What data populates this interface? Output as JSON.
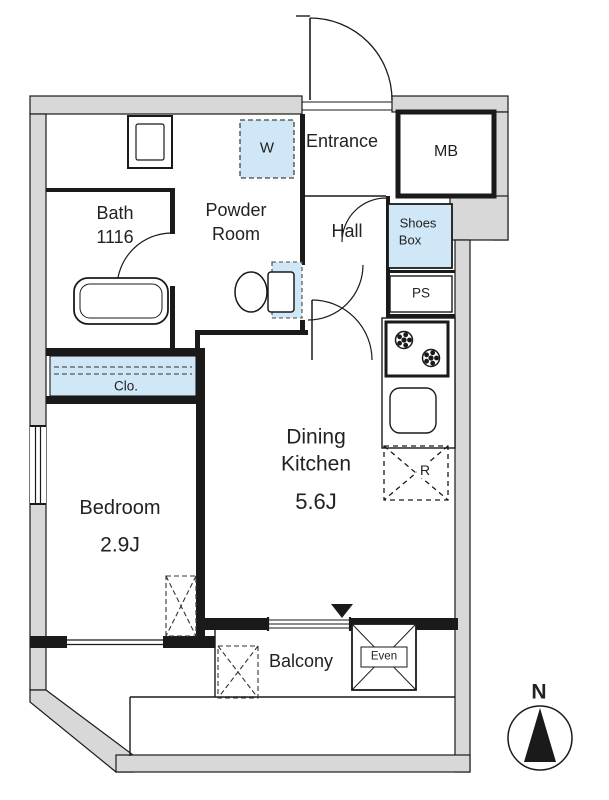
{
  "colors": {
    "wall_gray": "#d8d8d8",
    "line_black": "#1a1a1a",
    "fixture_blue": "#cfe7f7",
    "text": "#222222"
  },
  "rooms": {
    "entrance": {
      "label": "Entrance"
    },
    "hall": {
      "label": "Hall"
    },
    "bath": {
      "label": "Bath",
      "size_code": "1116"
    },
    "powder_room": {
      "line1": "Powder",
      "line2": "Room"
    },
    "dining_kitchen": {
      "line1": "Dining",
      "line2": "Kitchen",
      "size": "5.6J"
    },
    "bedroom": {
      "label": "Bedroom",
      "size": "2.9J"
    },
    "balcony": {
      "label": "Balcony"
    }
  },
  "fixtures": {
    "meter_box": {
      "label": "MB"
    },
    "shoes_box": {
      "line1": "Shoes",
      "line2": "Box"
    },
    "pipe_space": {
      "label": "PS"
    },
    "washing_machine": {
      "label": "W"
    },
    "closet": {
      "label": "Clo."
    },
    "refrigerator": {
      "label": "R"
    },
    "evacuation_hatch": {
      "label": "Even"
    }
  },
  "compass": {
    "north_label": "N"
  }
}
